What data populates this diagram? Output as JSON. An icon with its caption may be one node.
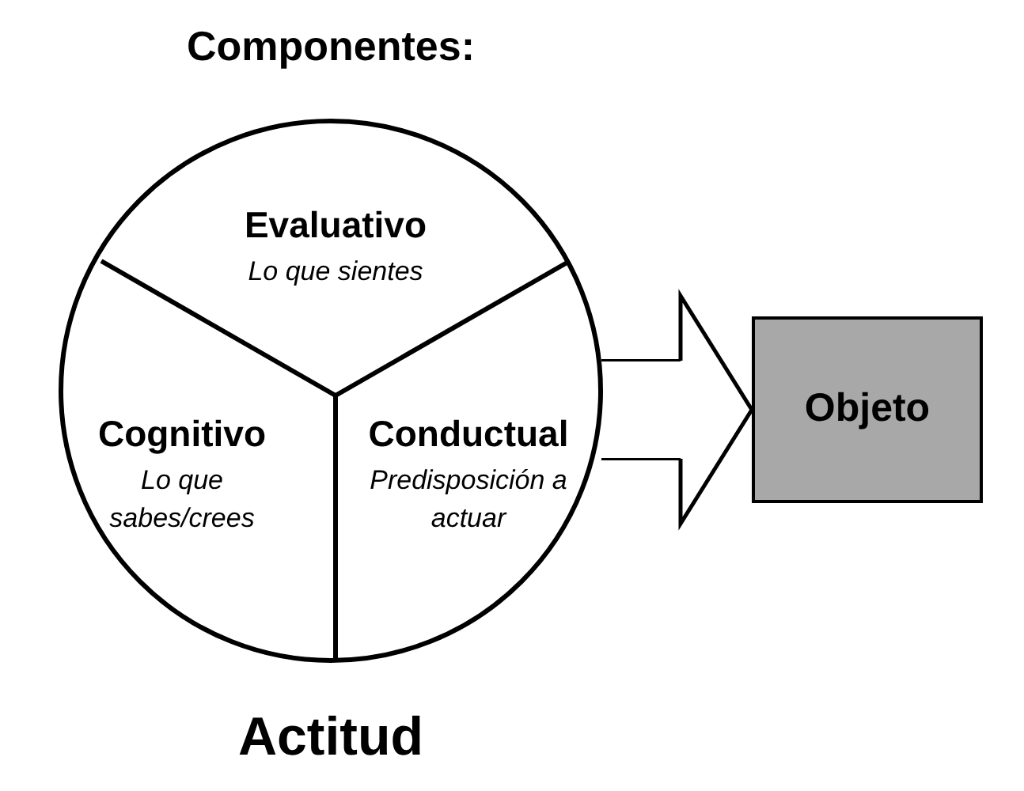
{
  "diagram": {
    "title": "Componentes:",
    "nodes": [
      {
        "text": [],
        "shape": "circle",
        "beside": [
          "Actitud"
        ]
      },
      {
        "text": [
          "Evaluativo",
          "Lo que sientes"
        ],
        "in": 0
      },
      {
        "text": [
          "Cognitivo",
          "Lo que sabes/crees"
        ],
        "in": 0
      },
      {
        "text": [
          "Conductual",
          "Predisposición a actuar"
        ],
        "in": 0
      },
      {
        "text": [
          "Objeto"
        ]
      }
    ],
    "edges": [
      {
        "from": 0,
        "to": 4,
        "arrow": "to"
      }
    ]
  }
}
